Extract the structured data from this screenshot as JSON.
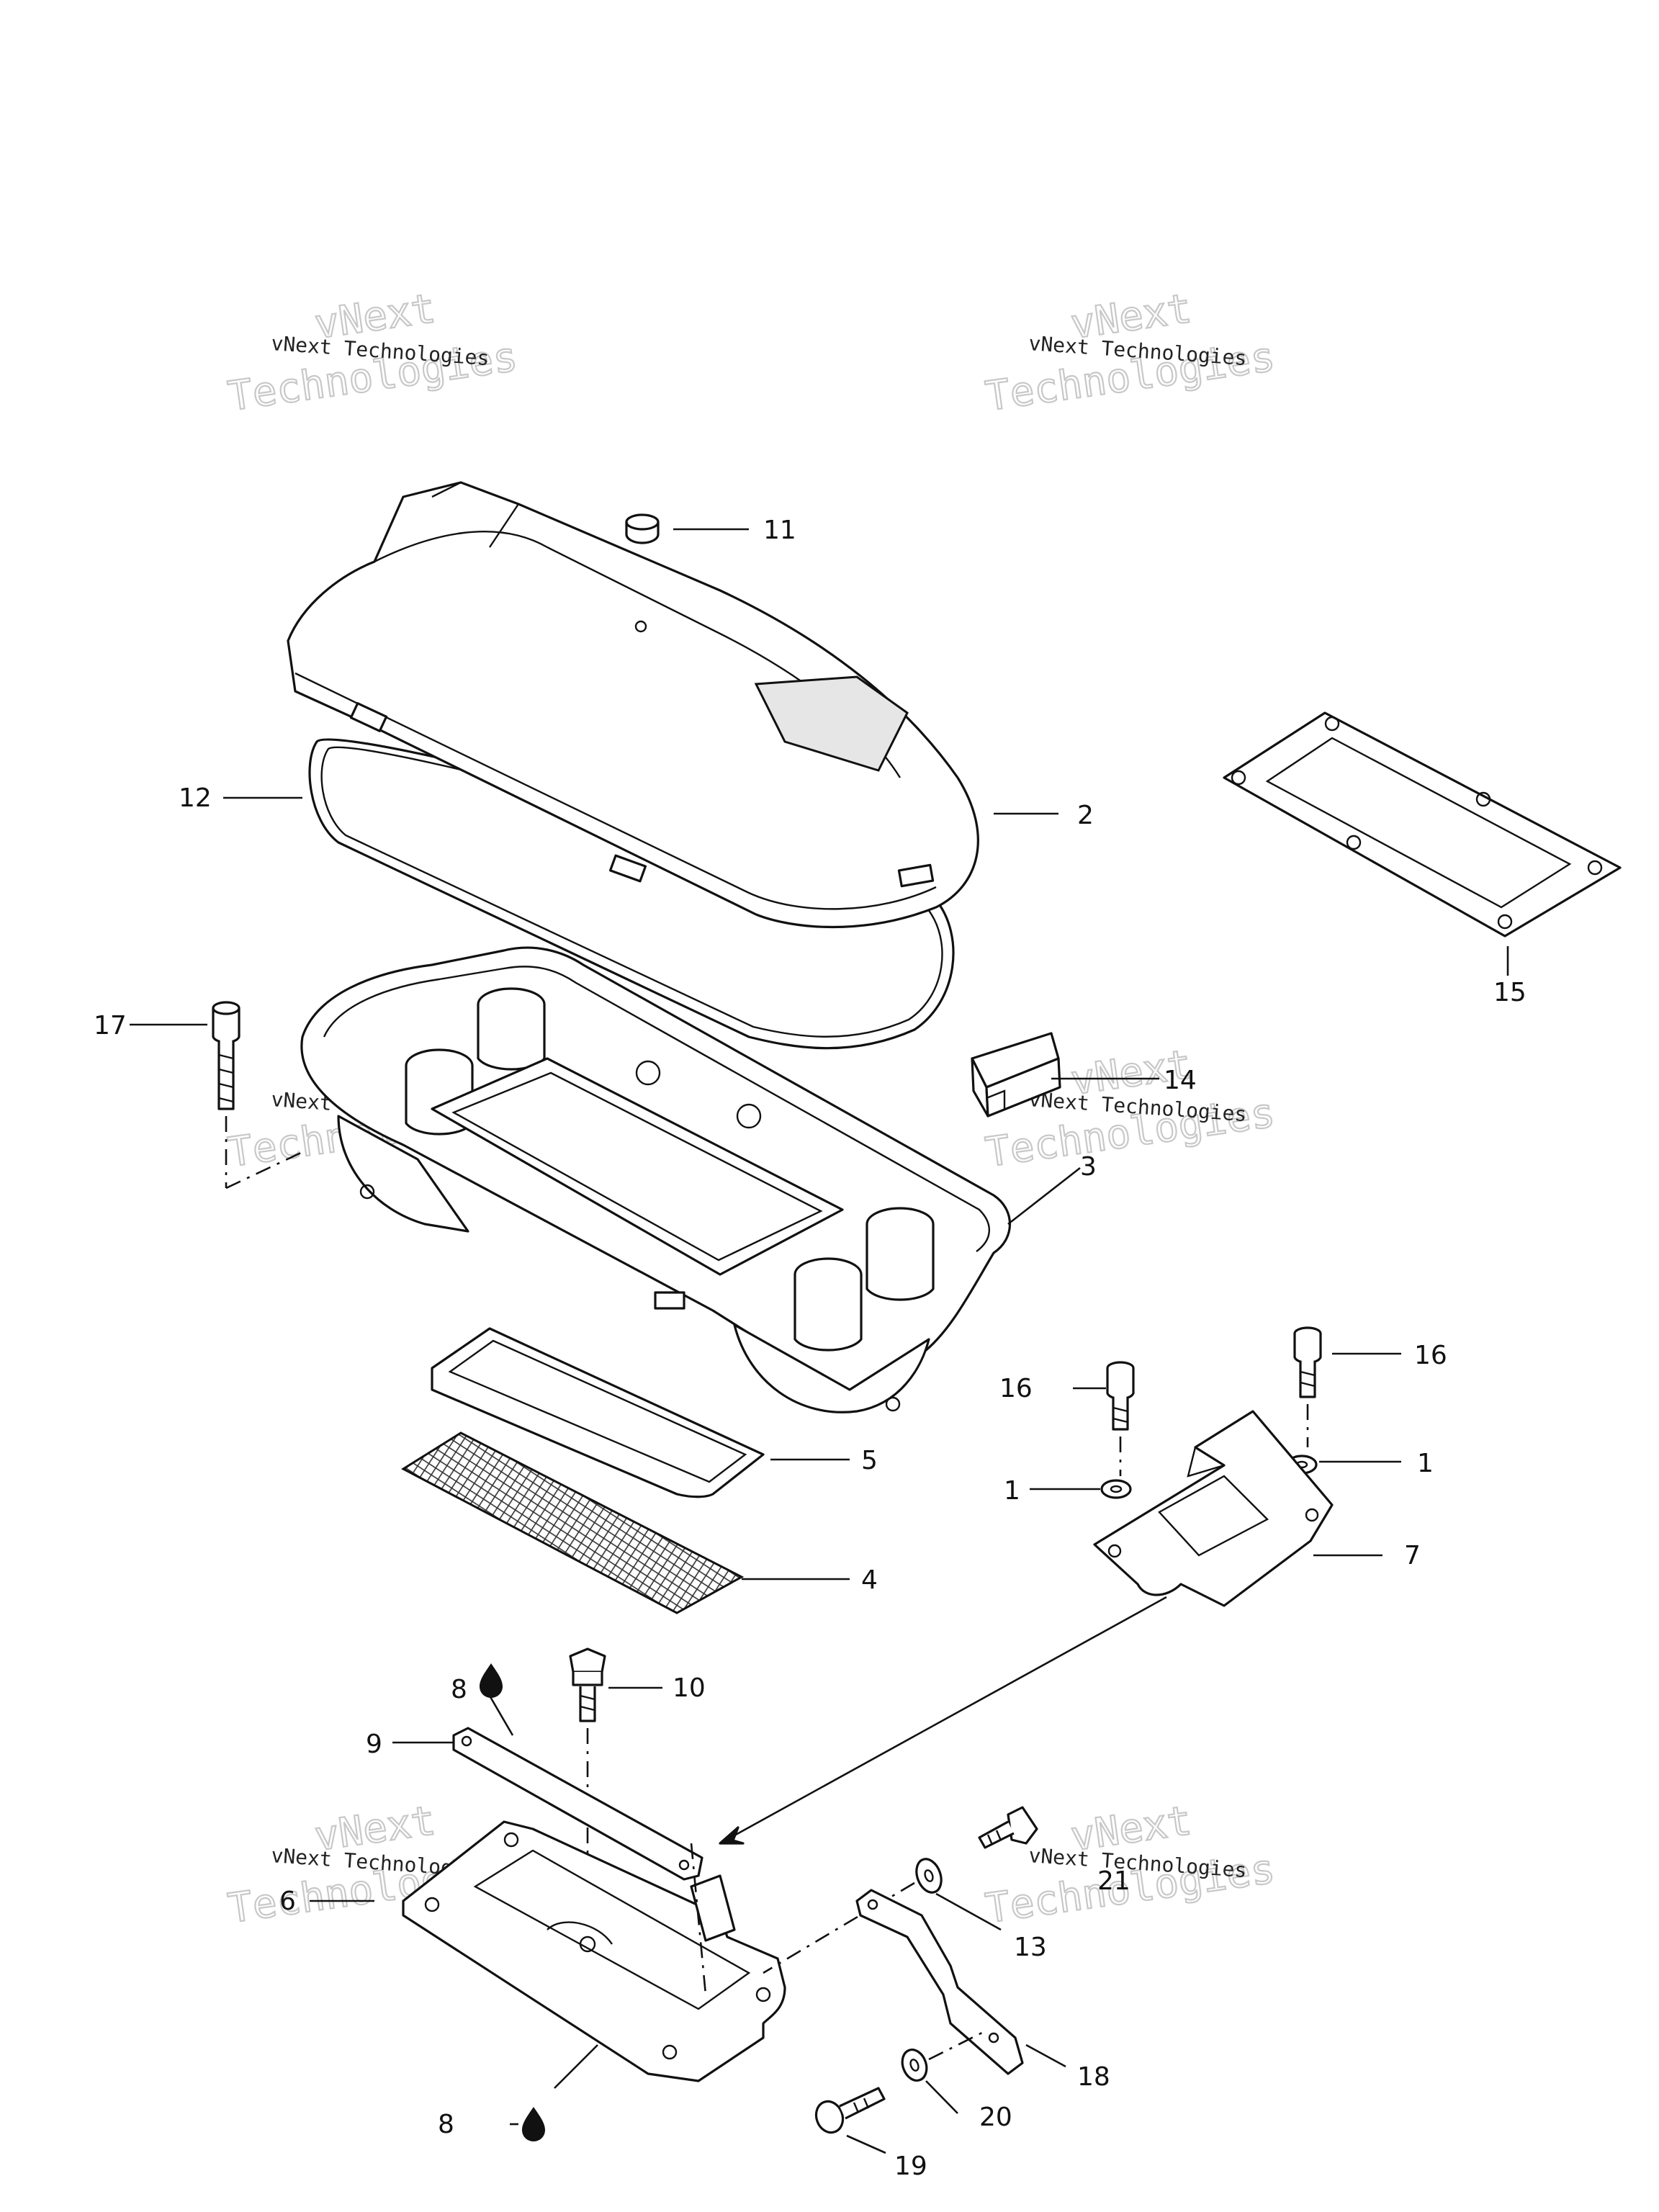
{
  "callouts": [
    {
      "id": "c11",
      "label": "11"
    },
    {
      "id": "c12",
      "label": "12"
    },
    {
      "id": "c2",
      "label": "2"
    },
    {
      "id": "c15",
      "label": "15"
    },
    {
      "id": "c17",
      "label": "17"
    },
    {
      "id": "c14",
      "label": "14"
    },
    {
      "id": "c3",
      "label": "3"
    },
    {
      "id": "c16a",
      "label": "16"
    },
    {
      "id": "c16b",
      "label": "16"
    },
    {
      "id": "c1a",
      "label": "1"
    },
    {
      "id": "c1b",
      "label": "1"
    },
    {
      "id": "c5",
      "label": "5"
    },
    {
      "id": "c7",
      "label": "7"
    },
    {
      "id": "c4",
      "label": "4"
    },
    {
      "id": "c8a",
      "label": "8"
    },
    {
      "id": "c10",
      "label": "10"
    },
    {
      "id": "c9",
      "label": "9"
    },
    {
      "id": "c21",
      "label": "21"
    },
    {
      "id": "c6",
      "label": "6"
    },
    {
      "id": "c13",
      "label": "13"
    },
    {
      "id": "c18",
      "label": "18"
    },
    {
      "id": "c8b",
      "label": "8"
    },
    {
      "id": "c20",
      "label": "20"
    },
    {
      "id": "c19",
      "label": "19"
    }
  ],
  "watermark": {
    "line1": "vNext",
    "line2": "Technologies",
    "small": "vNext Technologies"
  },
  "icons": {
    "drop": "oil-drop-icon"
  }
}
